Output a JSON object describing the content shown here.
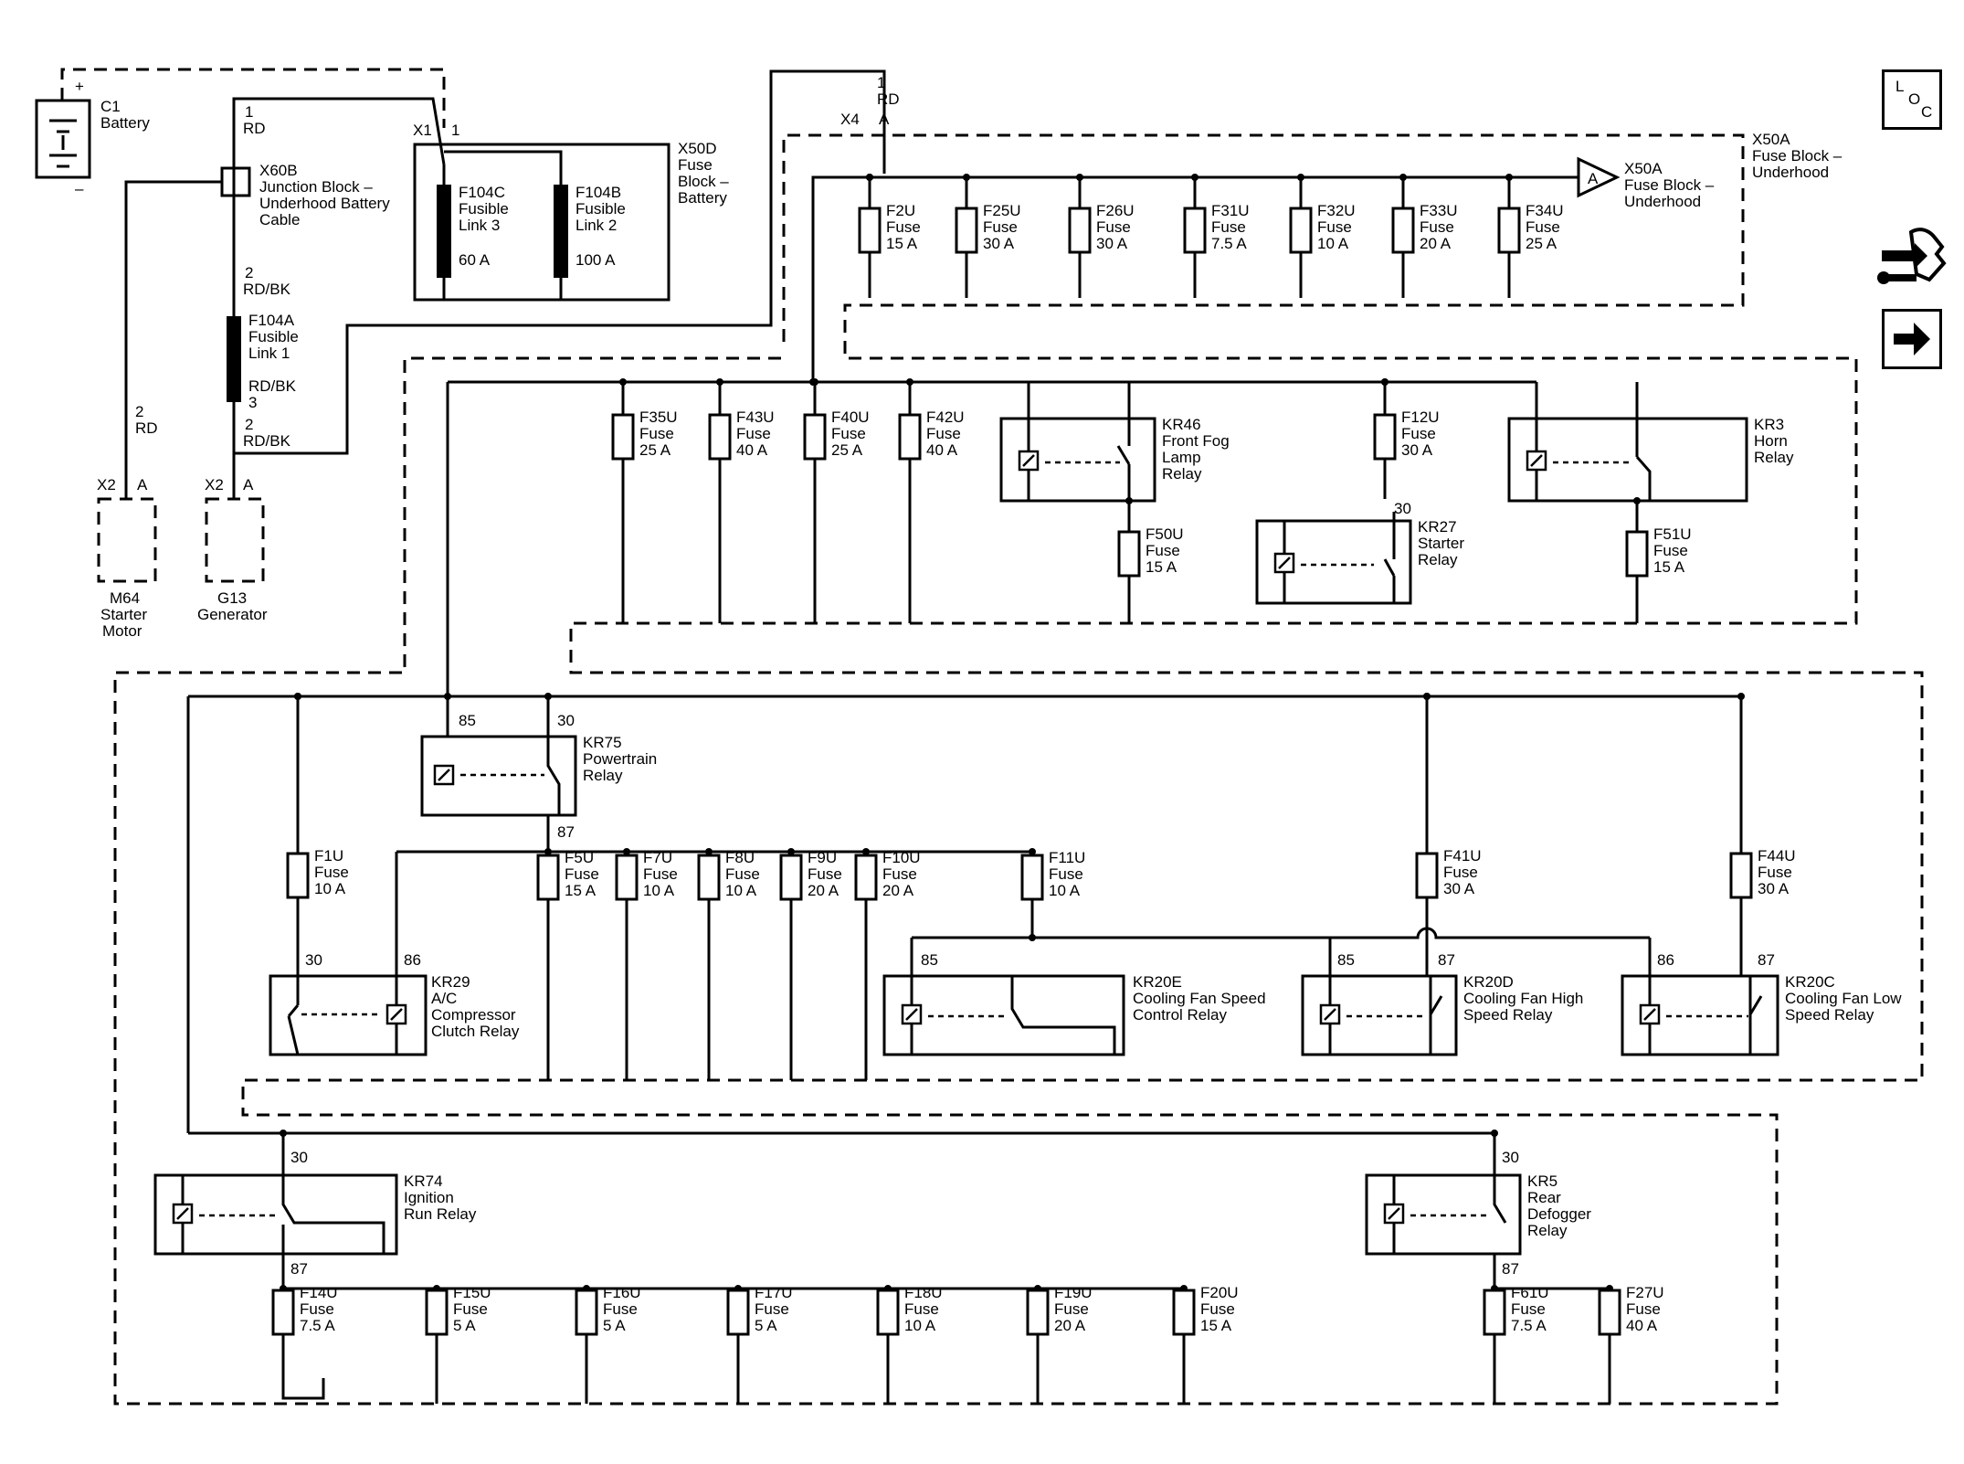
{
  "icons": {
    "loc": "location-icon",
    "service": "service-manual-icon",
    "next": "next-arrow-icon"
  },
  "loc_text": [
    "L",
    "O",
    "C"
  ],
  "battery": {
    "name": "C1",
    "desc": "Battery",
    "plus": "+",
    "minus": "–"
  },
  "junction": {
    "pin": "1",
    "wire": "RD",
    "name": "X60B",
    "desc": [
      "Junction Block –",
      "Underhood Battery",
      "Cable"
    ]
  },
  "fusible_link1": {
    "pin_top": "2",
    "wire_top": "RD/BK",
    "name": "F104A",
    "desc": [
      "Fusible",
      "Link 1"
    ],
    "wire_bot": "RD/BK",
    "pin_bot": "3",
    "pin_gen": "2",
    "wire_gen": "RD/BK"
  },
  "starter_wire": {
    "pin": "2",
    "wire": "RD"
  },
  "starter_motor": {
    "conn": "X2",
    "pin": "A",
    "name": "M64",
    "desc": [
      "Starter",
      "Motor"
    ]
  },
  "generator": {
    "conn": "X2",
    "pin": "A",
    "name": "G13",
    "desc": [
      "Generator"
    ]
  },
  "x50d": {
    "conn": "X1",
    "pin": "1",
    "name": "X50D",
    "desc": [
      "Fuse",
      "Block –",
      "Battery"
    ],
    "links": [
      {
        "name": "F104C",
        "desc": [
          "Fusible",
          "Link 3"
        ],
        "rating": "60 A"
      },
      {
        "name": "F104B",
        "desc": [
          "Fusible",
          "Link 2"
        ],
        "rating": "100 A"
      }
    ]
  },
  "x4": {
    "conn": "X4",
    "pin": "1",
    "wire": "RD",
    "pin2": "A"
  },
  "x50a": {
    "name": "X50A",
    "desc": [
      "Fuse Block –",
      "Underhood"
    ],
    "arrow_label": "A",
    "arrow_name": "X50A",
    "arrow_desc": [
      "Fuse Block –",
      "Underhood"
    ]
  },
  "fuses": [
    {
      "name": "F2U",
      "type": "Fuse",
      "rating": "15 A"
    },
    {
      "name": "F25U",
      "type": "Fuse",
      "rating": "30 A"
    },
    {
      "name": "F26U",
      "type": "Fuse",
      "rating": "30 A"
    },
    {
      "name": "F31U",
      "type": "Fuse",
      "rating": "7.5 A"
    },
    {
      "name": "F32U",
      "type": "Fuse",
      "rating": "10 A"
    },
    {
      "name": "F33U",
      "type": "Fuse",
      "rating": "20 A"
    },
    {
      "name": "F34U",
      "type": "Fuse",
      "rating": "25 A"
    },
    {
      "name": "F35U",
      "type": "Fuse",
      "rating": "25 A"
    },
    {
      "name": "F43U",
      "type": "Fuse",
      "rating": "40 A"
    },
    {
      "name": "F40U",
      "type": "Fuse",
      "rating": "25 A"
    },
    {
      "name": "F42U",
      "type": "Fuse",
      "rating": "40 A"
    },
    {
      "name": "F50U",
      "type": "Fuse",
      "rating": "15 A"
    },
    {
      "name": "F12U",
      "type": "Fuse",
      "rating": "30 A"
    },
    {
      "name": "F51U",
      "type": "Fuse",
      "rating": "15 A"
    },
    {
      "name": "F1U",
      "type": "Fuse",
      "rating": "10 A"
    },
    {
      "name": "F5U",
      "type": "Fuse",
      "rating": "15 A"
    },
    {
      "name": "F7U",
      "type": "Fuse",
      "rating": "10 A"
    },
    {
      "name": "F8U",
      "type": "Fuse",
      "rating": "10 A"
    },
    {
      "name": "F9U",
      "type": "Fuse",
      "rating": "20 A"
    },
    {
      "name": "F10U",
      "type": "Fuse",
      "rating": "20 A"
    },
    {
      "name": "F11U",
      "type": "Fuse",
      "rating": "10 A"
    },
    {
      "name": "F41U",
      "type": "Fuse",
      "rating": "30 A"
    },
    {
      "name": "F44U",
      "type": "Fuse",
      "rating": "30 A"
    },
    {
      "name": "F14U",
      "type": "Fuse",
      "rating": "7.5 A"
    },
    {
      "name": "F15U",
      "type": "Fuse",
      "rating": "5 A"
    },
    {
      "name": "F16U",
      "type": "Fuse",
      "rating": "5 A"
    },
    {
      "name": "F17U",
      "type": "Fuse",
      "rating": "5 A"
    },
    {
      "name": "F18U",
      "type": "Fuse",
      "rating": "10 A"
    },
    {
      "name": "F19U",
      "type": "Fuse",
      "rating": "20 A"
    },
    {
      "name": "F20U",
      "type": "Fuse",
      "rating": "15 A"
    },
    {
      "name": "F61U",
      "type": "Fuse",
      "rating": "7.5 A"
    },
    {
      "name": "F27U",
      "type": "Fuse",
      "rating": "40 A"
    }
  ],
  "relays": [
    {
      "name": "KR46",
      "desc": [
        "Front Fog",
        "Lamp",
        "Relay"
      ]
    },
    {
      "name": "KR27",
      "desc": [
        "Starter",
        "Relay"
      ],
      "pins": [
        "30"
      ]
    },
    {
      "name": "KR3",
      "desc": [
        "Horn",
        "Relay"
      ]
    },
    {
      "name": "KR75",
      "desc": [
        "Powertrain",
        "Relay"
      ],
      "pins": [
        "85",
        "30",
        "87"
      ]
    },
    {
      "name": "KR29",
      "desc": [
        "A/C",
        "Compressor",
        "Clutch Relay"
      ],
      "pins": [
        "30",
        "86"
      ]
    },
    {
      "name": "KR20E",
      "desc": [
        "Cooling Fan Speed",
        "Control Relay"
      ],
      "pins": [
        "85"
      ]
    },
    {
      "name": "KR20D",
      "desc": [
        "Cooling Fan High",
        "Speed Relay"
      ],
      "pins": [
        "85",
        "87"
      ]
    },
    {
      "name": "KR20C",
      "desc": [
        "Cooling Fan Low",
        "Speed Relay"
      ],
      "pins": [
        "86",
        "87"
      ]
    },
    {
      "name": "KR74",
      "desc": [
        "Ignition",
        "Run Relay"
      ],
      "pins": [
        "30",
        "87"
      ]
    },
    {
      "name": "KR5",
      "desc": [
        "Rear",
        "Defogger",
        "Relay"
      ],
      "pins": [
        "30",
        "87"
      ]
    }
  ]
}
